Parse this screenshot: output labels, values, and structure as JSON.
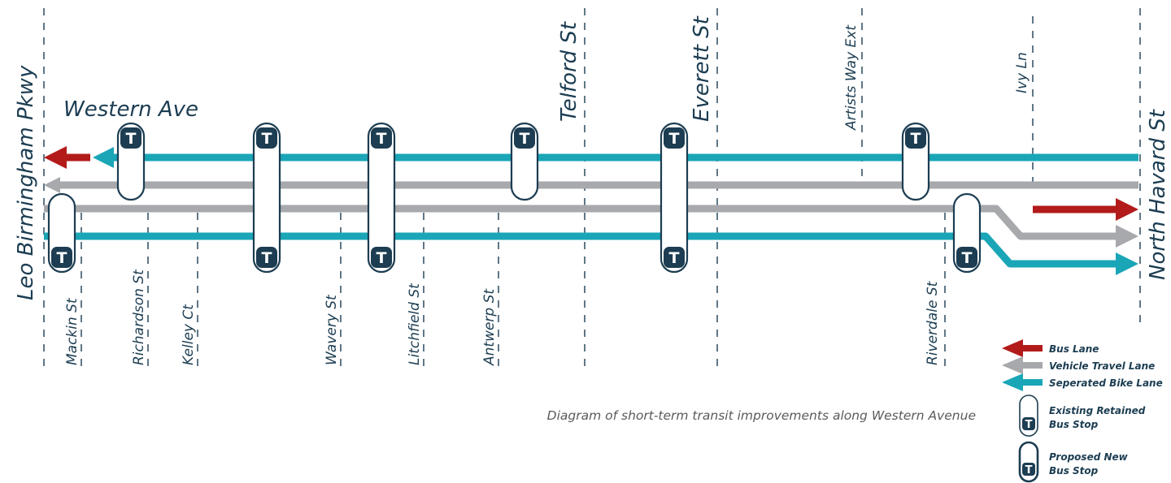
{
  "colors": {
    "bus_lane": "#b31b1b",
    "vehicle_lane": "#a7a9ac",
    "bike_lane": "#1aa6b7",
    "stop_outline": "#1c3d52",
    "street_text": "#1c3d52"
  },
  "avenue_label": "Western Ave",
  "major_streets": [
    {
      "id": "leo",
      "name": "Leo Birmingham Pkwy"
    },
    {
      "id": "telford",
      "name": "Telford St"
    },
    {
      "id": "everett",
      "name": "Everett St"
    },
    {
      "id": "harvard",
      "name": "North Havard St"
    }
  ],
  "cross_streets_top": [
    {
      "id": "artists",
      "name": "Artists Way Ext"
    },
    {
      "id": "ivy",
      "name": "Ivy Ln"
    }
  ],
  "cross_streets_bottom": [
    {
      "id": "mackin",
      "name": "Mackin St"
    },
    {
      "id": "richardson",
      "name": "Richardson St"
    },
    {
      "id": "kelley",
      "name": "Kelley Ct"
    },
    {
      "id": "wavery",
      "name": "Wavery St"
    },
    {
      "id": "litchfield",
      "name": "Litchfield St"
    },
    {
      "id": "antwerp",
      "name": "Antwerp St"
    },
    {
      "id": "riverdale",
      "name": "Riverdale St"
    }
  ],
  "bus_stops": [
    {
      "id": "stop-1",
      "location": "Mackin St",
      "type": "existing",
      "side": "bottom"
    },
    {
      "id": "stop-2",
      "location": "Richardson St",
      "type": "existing",
      "side": "top"
    },
    {
      "id": "stop-3",
      "location": "Wavery St",
      "type": "existing",
      "side": "both"
    },
    {
      "id": "stop-4",
      "location": "Litchfield St",
      "type": "existing",
      "side": "both"
    },
    {
      "id": "stop-5",
      "location": "Antwerp St",
      "type": "existing",
      "side": "top"
    },
    {
      "id": "stop-6",
      "location": "Everett St",
      "type": "existing",
      "side": "both"
    },
    {
      "id": "stop-7",
      "location": "Artists Way Ext",
      "type": "existing",
      "side": "top"
    },
    {
      "id": "stop-8",
      "location": "Riverdale St",
      "type": "existing",
      "side": "bottom"
    }
  ],
  "stop_icon_letter": "T",
  "legend": {
    "bus_lane": "Bus Lane",
    "vehicle_lane": "Vehicle Travel Lane",
    "bike_lane": "Seperated Bike Lane",
    "existing_stop": [
      "Existing Retained",
      "Bus Stop"
    ],
    "proposed_stop": [
      "Proposed New",
      "Bus Stop"
    ]
  },
  "caption": "Diagram of short-term transit improvements along Western Avenue"
}
